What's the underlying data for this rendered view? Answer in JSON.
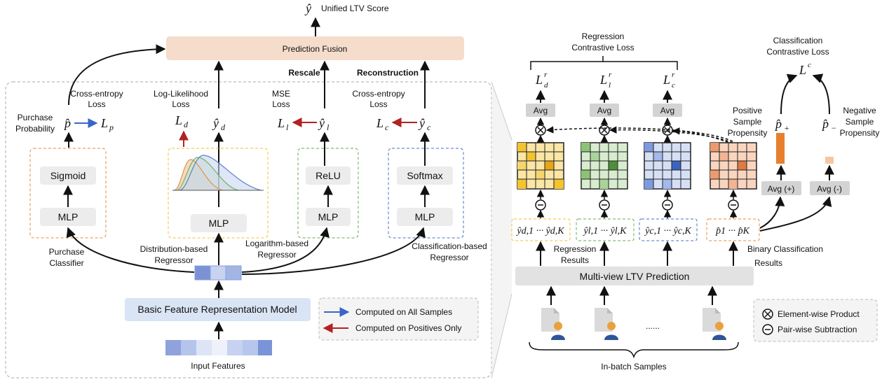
{
  "top": {
    "yhat": "ŷ",
    "unified_label": "Unified LTV Score",
    "fusion_label": "Prediction Fusion",
    "rescale_label": "Rescale",
    "reconstruction_label": "Reconstruction"
  },
  "branches": {
    "purchase": {
      "loss_title": "Cross-entropy",
      "loss_title2": "Loss",
      "prob_label1": "Purchase",
      "prob_label2": "Probability",
      "phat": "p̂",
      "loss_sym": "L",
      "loss_sub": "p",
      "sigmoid": "Sigmoid",
      "mlp": "MLP",
      "name1": "Purchase",
      "name2": "Classifier"
    },
    "distribution": {
      "loss_title": "Log-Likelihood",
      "loss_title2": "Loss",
      "loss_sym": "L",
      "loss_sub": "d",
      "yhat": "ŷ",
      "yhat_sub": "d",
      "mlp": "MLP",
      "name1": "Distribution-based",
      "name2": "Regressor"
    },
    "logarithm": {
      "loss_title": "MSE",
      "loss_title2": "Loss",
      "loss_sym": "L",
      "loss_sub": "l",
      "yhat": "ŷ",
      "yhat_sub": "l",
      "relu": "ReLU",
      "mlp": "MLP",
      "name1": "Logarithm-based",
      "name2": "Regressor"
    },
    "classification": {
      "loss_title": "Cross-entropy",
      "loss_title2": "Loss",
      "loss_sym": "L",
      "loss_sub": "c",
      "yhat": "ŷ",
      "yhat_sub": "c",
      "softmax": "Softmax",
      "mlp": "MLP",
      "name1": "Classification-based",
      "name2": "Regressor"
    }
  },
  "bottom": {
    "feature_model": "Basic Feature Representation Model",
    "input_features": "Input Features",
    "legend_all": "Computed  on All Samples",
    "legend_pos": "Computed  on Positives Only"
  },
  "right": {
    "reg_contrast1": "Regression",
    "reg_contrast2": "Contrastive Loss",
    "cls_contrast1": "Classification",
    "cls_contrast2": "Contrastive Loss",
    "Lr": "L",
    "Lr_sup": "r",
    "Ld_sub": "d",
    "Ll_sub": "l",
    "Lc_sub": "c",
    "Lc_cls": "L",
    "Lc_cls_sup": "c",
    "avg": "Avg",
    "avg_plus": "Avg (+)",
    "avg_minus": "Avg (-)",
    "pos_label1": "Positive",
    "pos_label2": "Sample",
    "pos_label3": "Propensity",
    "neg_label1": "Negative",
    "neg_label2": "Sample",
    "neg_label3": "Propensity",
    "pplus": "p̂",
    "pplus_sub": "+",
    "pminus": "p̂",
    "pminus_sub": "−",
    "vec_d": "ŷd,1 ··· ŷd,K",
    "vec_l": "ŷl,1 ··· ŷl,K",
    "vec_c": "ŷc,1 ··· ŷc,K",
    "vec_p": "p̂1 ··· p̂K",
    "reg_results1": "Regression",
    "reg_results2": "Results",
    "bin_results1": "Binary Classification",
    "bin_results2": "Results",
    "multiview": "Multi-view LTV Prediction",
    "dots": "......",
    "in_batch": "In-batch Samples",
    "legend_product": "Element-wise Product",
    "legend_sub": "Pair-wise Subtraction"
  },
  "colors": {
    "fusion": "#f6dccb",
    "gray_box": "#ececec",
    "feature_model": "#d9e4f5",
    "orange": "#e68a3c",
    "yellow": "#f1c232",
    "green": "#6aa84f",
    "blue": "#4a72c4",
    "arrow_blue": "#3a66c8",
    "arrow_red": "#b22222"
  }
}
